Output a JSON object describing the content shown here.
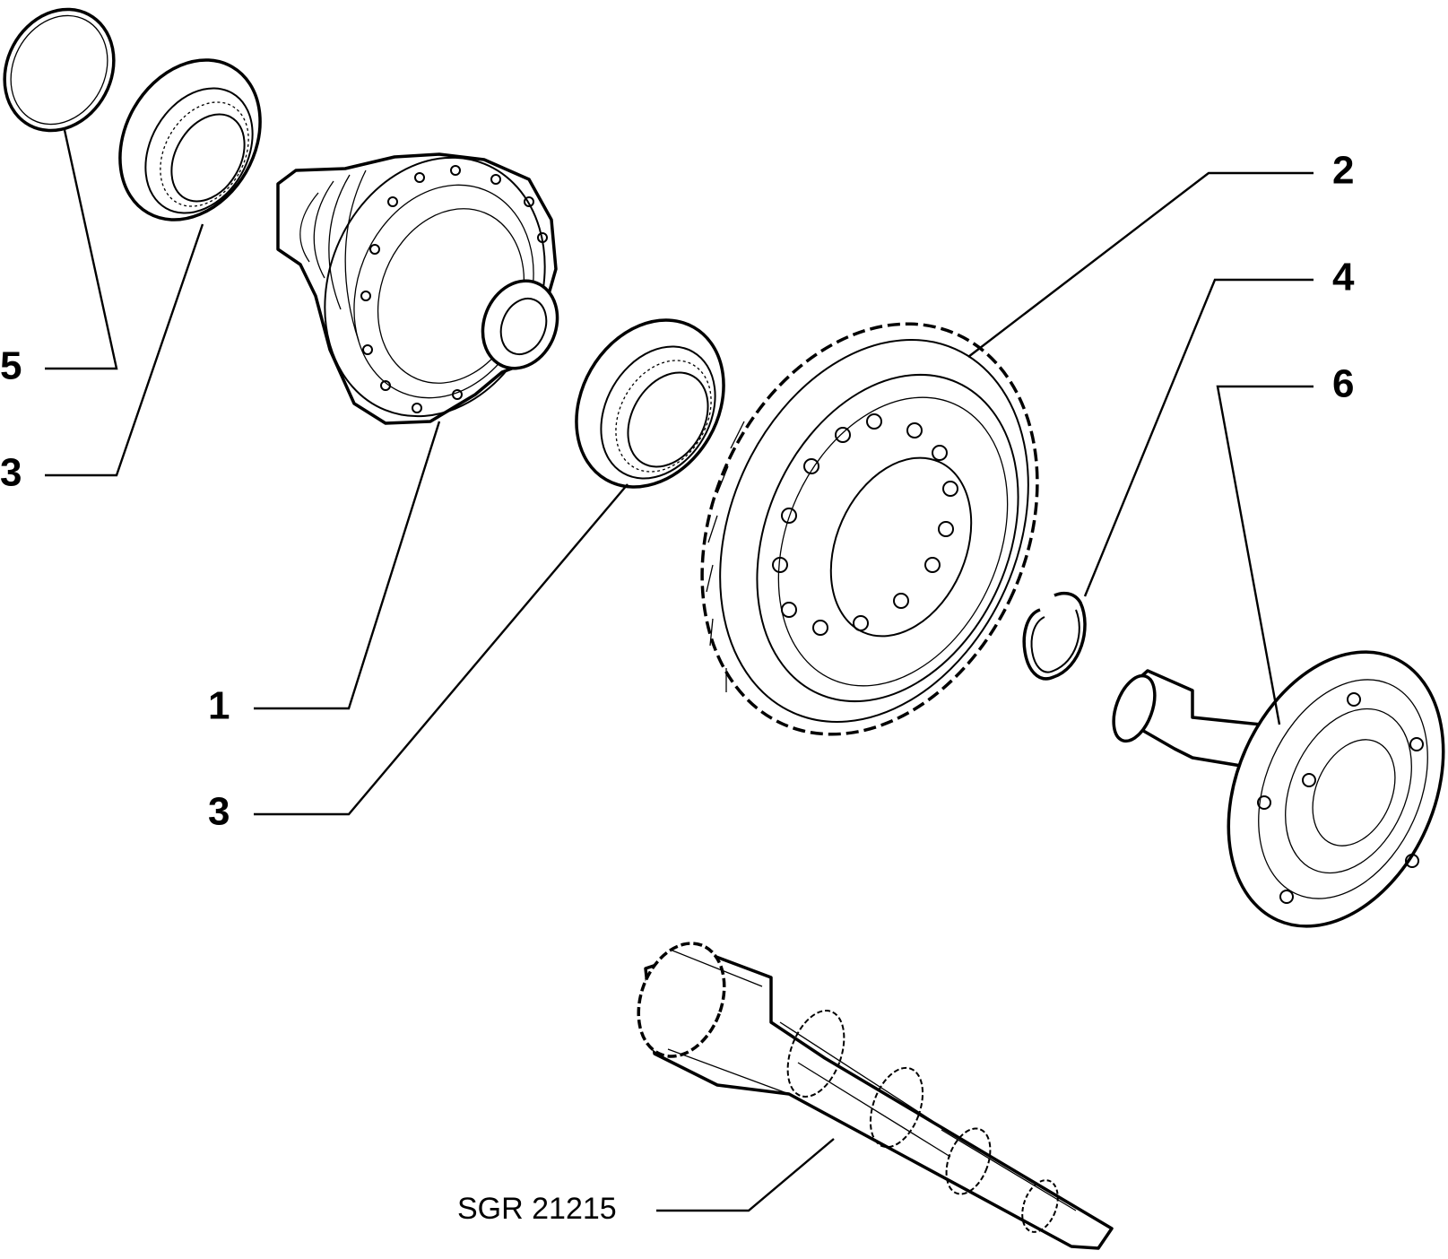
{
  "callouts": {
    "c5": "5",
    "c3_top": "3",
    "c1": "1",
    "c3_mid": "3",
    "c2": "2",
    "c4": "4",
    "c6": "6"
  },
  "reference_code": "SGR 21215"
}
